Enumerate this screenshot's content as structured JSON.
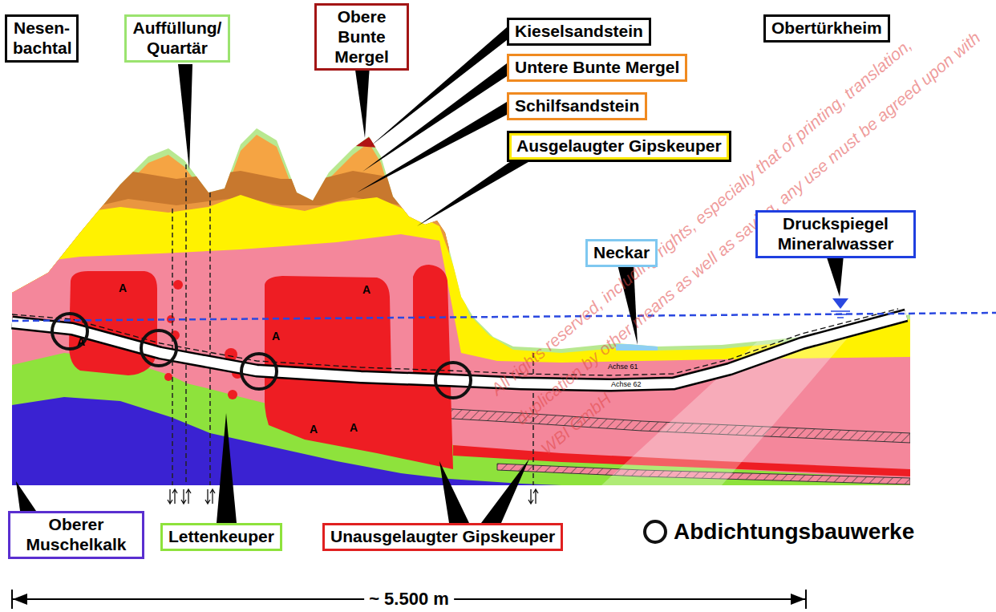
{
  "diagram": {
    "nodes": [
      {
        "text": [
          "Nesen- bachtal"
        ]
      },
      {
        "text": [
          "Auffüllung/ Quartär"
        ]
      },
      {
        "text": [
          "Obere Bunte Mergel"
        ]
      },
      {
        "text": [
          "Kieselsandstein"
        ]
      },
      {
        "text": [
          "Untere Bunte Mergel"
        ]
      },
      {
        "text": [
          "Schilfsandstein"
        ]
      },
      {
        "text": [
          "Ausgelaugter Gipskeuper"
        ]
      },
      {
        "text": [
          "Obertürkheim"
        ]
      },
      {
        "text": [
          "Neckar"
        ]
      },
      {
        "text": [
          "Druckspiegel Mineralwasser"
        ]
      },
      {
        "text": [
          "Oberer Muschelkalk"
        ]
      },
      {
        "text": [
          "Lettenkeuper"
        ]
      },
      {
        "text": [
          "Unausgelaugter Gipskeuper"
        ]
      }
    ],
    "labels": [
      "All rights reserved, including rights, especially that of printing, translation, duplication by other means as well as saving, any use must be agreed upon with WBI GmbH",
      "A",
      "A",
      "A",
      "A",
      "A",
      "A",
      "Achse 61",
      "Achse 62",
      "~ 5.500 m"
    ],
    "legend": [
      {
        "text": "Abdichtungsbauwerke"
      }
    ]
  }
}
